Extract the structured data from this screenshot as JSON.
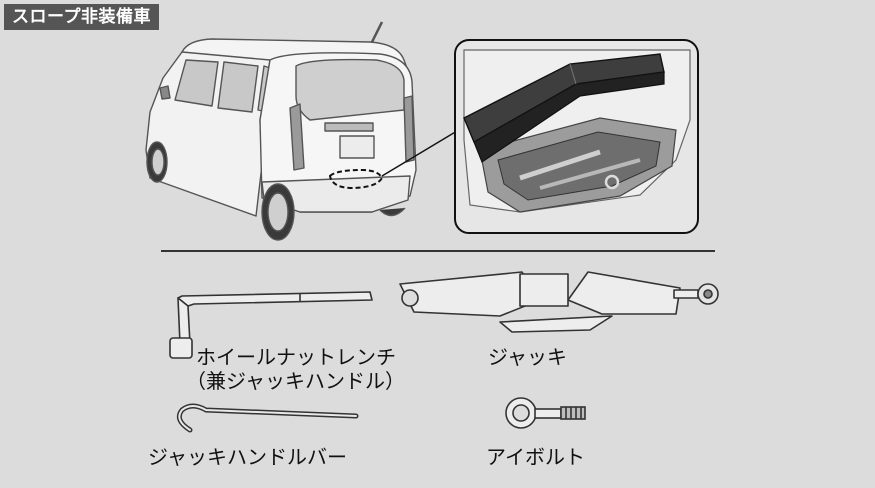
{
  "header": {
    "tag": "スロープ非装備車"
  },
  "tools": [
    {
      "name": "wheel-nut-wrench",
      "label_line1": "ホイールナットレンチ",
      "label_line2": "（兼ジャッキハンドル）"
    },
    {
      "name": "jack",
      "label": "ジャッキ"
    },
    {
      "name": "jack-handle-bar",
      "label": "ジャッキハンドルバー"
    },
    {
      "name": "eye-bolt",
      "label": "アイボルト"
    }
  ]
}
